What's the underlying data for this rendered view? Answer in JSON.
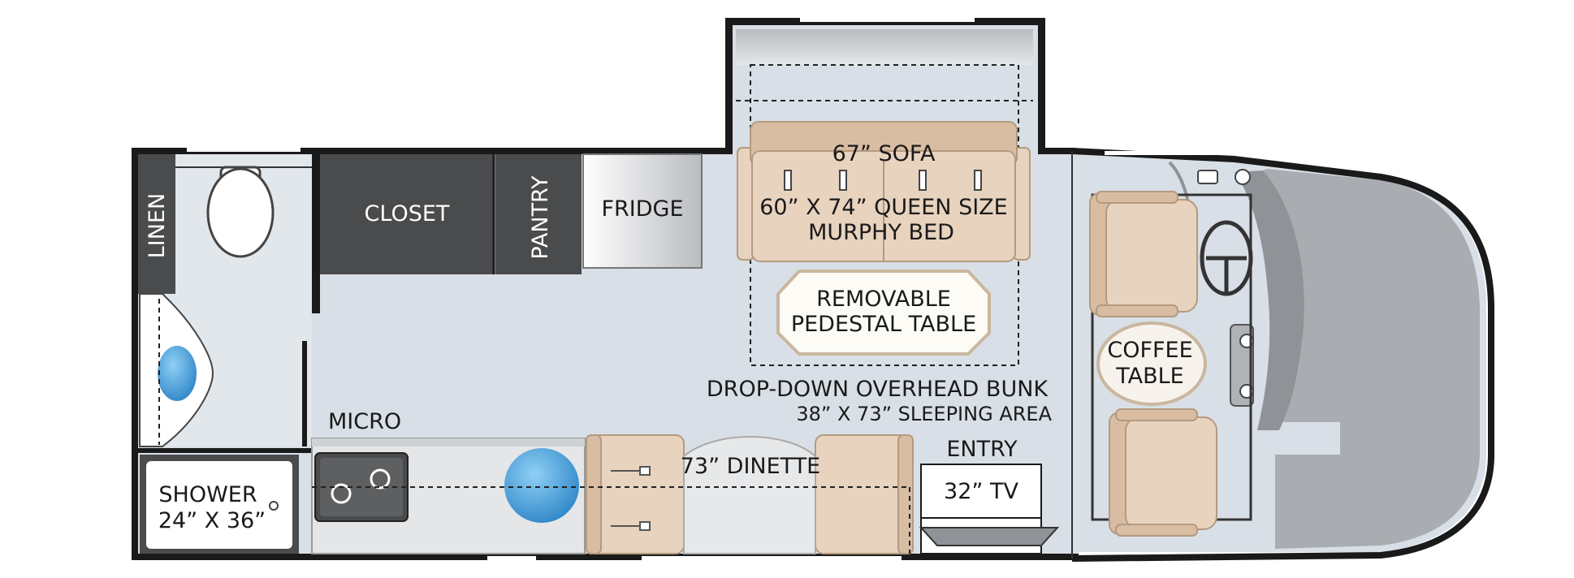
{
  "labels": {
    "linen": "LINEN",
    "closet": "CLOSET",
    "pantry": "PANTRY",
    "fridge": "FRIDGE",
    "sofa": "67” SOFA",
    "murphy_bed_line1": "60” X 74” QUEEN SIZE",
    "murphy_bed_line2": "MURPHY BED",
    "pedestal_table_line1": "REMOVABLE",
    "pedestal_table_line2": "PEDESTAL TABLE",
    "overhead_bunk_line1": "DROP-DOWN OVERHEAD BUNK",
    "overhead_bunk_line2": "38” X 73” SLEEPING AREA",
    "micro": "MICRO",
    "dinette": "73” DINETTE",
    "entry": "ENTRY",
    "tv": "32” TV",
    "coffee_table_line1": "COFFEE",
    "coffee_table_line2": "TABLE",
    "shower_line1": "SHOWER",
    "shower_line2": "24” X 36”"
  },
  "colors": {
    "floor": "#d9dfe6",
    "walls": "#1a1a1a",
    "cabinets": "#4a4b4d",
    "upholstery": "#e8d3be",
    "sink_blue": "#4aa3df",
    "cab_gray": "#a9acb0"
  }
}
